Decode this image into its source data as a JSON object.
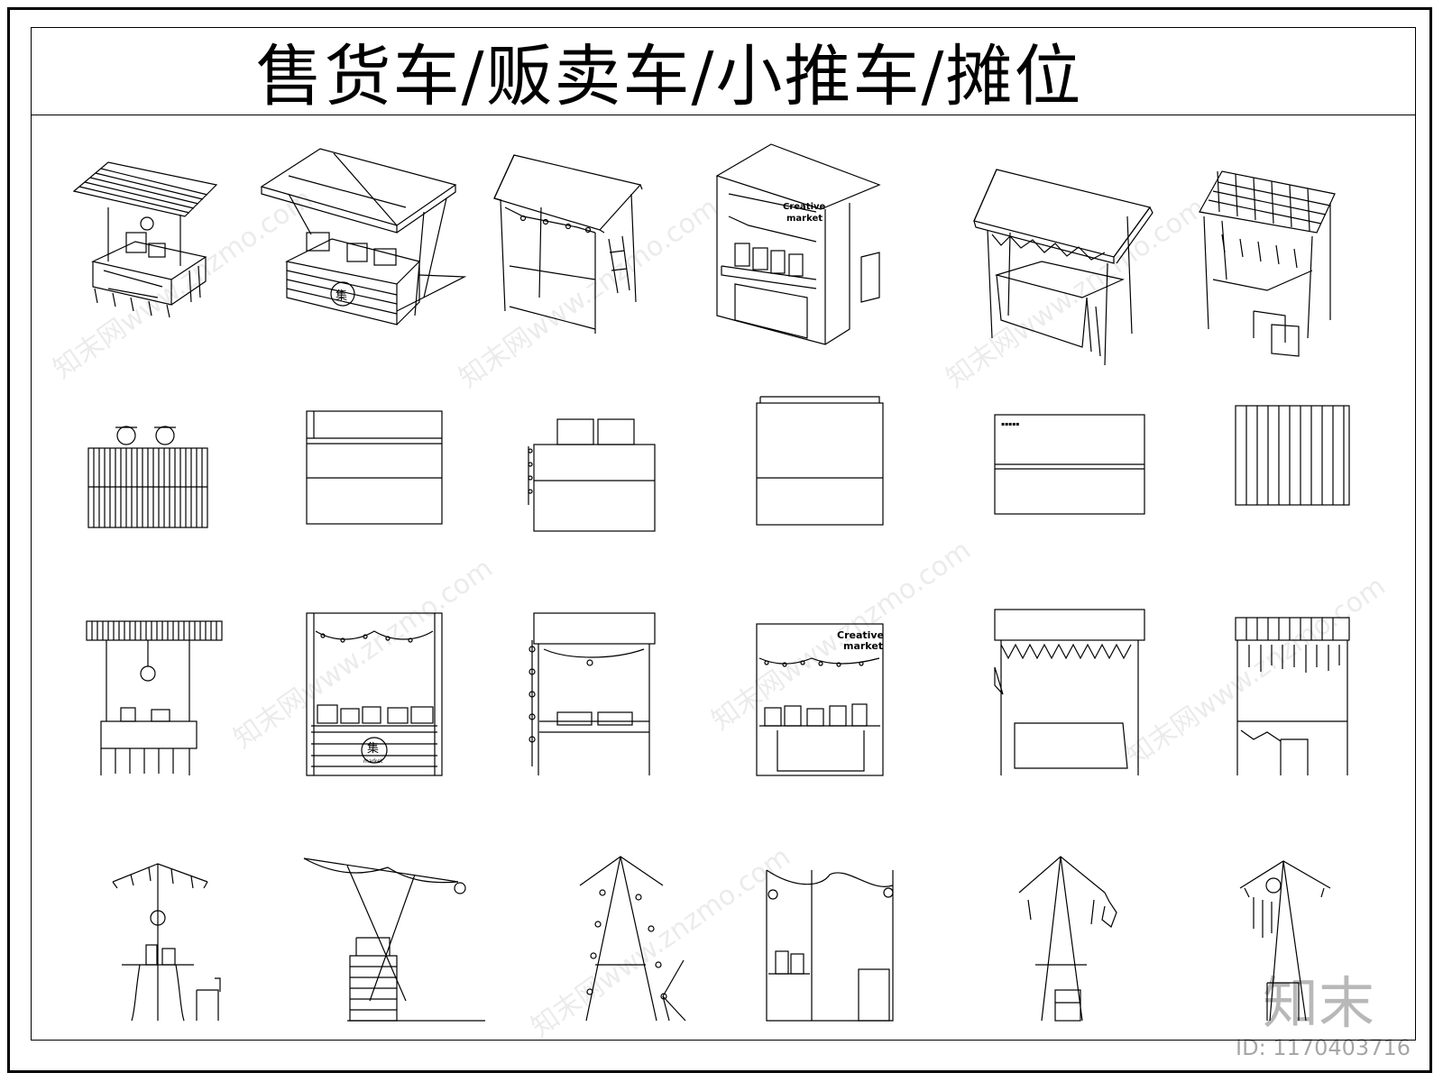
{
  "title": "售货车/贩卖车/小推车/摊位",
  "sign_creative_market": [
    "Creative",
    "market"
  ],
  "sign_ji_market": [
    "集",
    "market"
  ],
  "watermark": {
    "brand": "知末",
    "repeat_text": "知末网www.znzmo.com",
    "id_text": "ID: 1170403716"
  },
  "rows": [
    {
      "view": "axonometric",
      "count": 6
    },
    {
      "view": "top",
      "count": 6
    },
    {
      "view": "front",
      "count": 6
    },
    {
      "view": "side",
      "count": 6
    }
  ]
}
